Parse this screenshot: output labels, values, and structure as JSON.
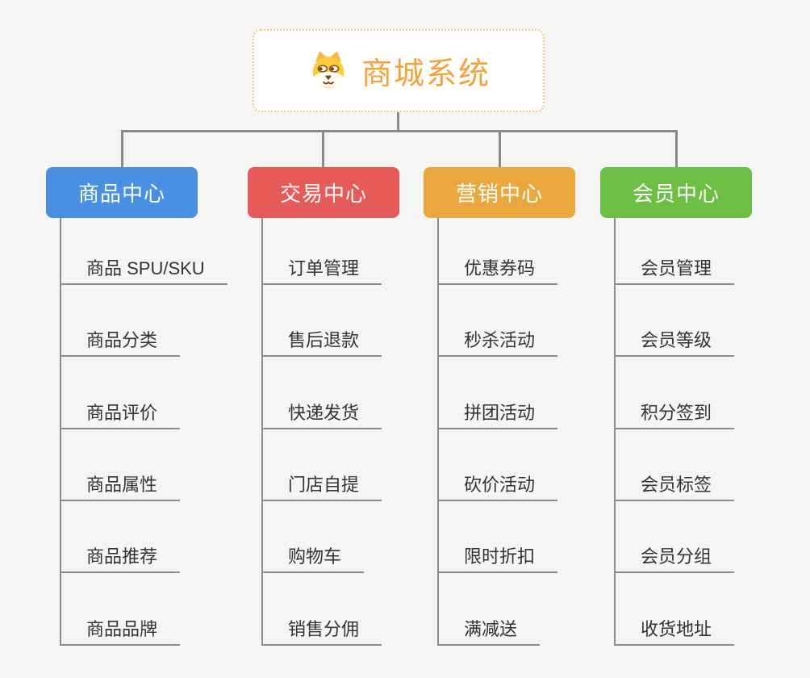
{
  "root": {
    "title": "商城系统",
    "icon": "shiba-dog-icon"
  },
  "branches": [
    {
      "label": "商品中心",
      "color": "#4a8fe2",
      "items": [
        "商品 SPU/SKU",
        "商品分类",
        "商品评价",
        "商品属性",
        "商品推荐",
        "商品品牌"
      ]
    },
    {
      "label": "交易中心",
      "color": "#e65a57",
      "items": [
        "订单管理",
        "售后退款",
        "快递发货",
        "门店自提",
        "购物车",
        "销售分佣"
      ]
    },
    {
      "label": "营销中心",
      "color": "#eaa73d",
      "items": [
        "优惠券码",
        "秒杀活动",
        "拼团活动",
        "砍价活动",
        "限时折扣",
        "满减送"
      ]
    },
    {
      "label": "会员中心",
      "color": "#6cbe45",
      "items": [
        "会员管理",
        "会员等级",
        "积分签到",
        "会员标签",
        "会员分组",
        "收货地址"
      ]
    }
  ],
  "colors": {
    "background": "#f5f5f4",
    "connector": "#8a8a8a",
    "title_text": "#f1a33c",
    "root_border": "#f6c77f",
    "leaf_text": "#333333"
  }
}
